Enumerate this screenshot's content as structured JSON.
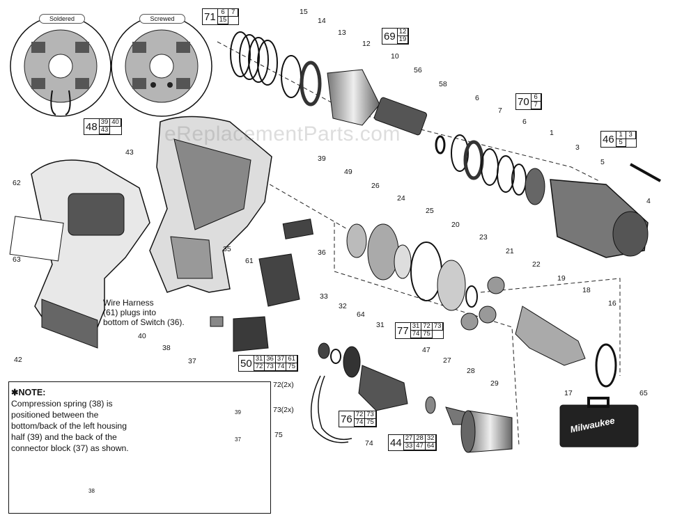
{
  "watermark": "eReplacementParts.com",
  "detail_labels": {
    "left": "Soldered",
    "right": "Screwed"
  },
  "note": {
    "title": "NOTE:",
    "body": "Compression spring (38) is positioned between the bottom/back of the left housing half (39) and the back of the connector block (37) as shown.",
    "markers": [
      "39",
      "37",
      "38"
    ]
  },
  "harness_note": [
    "Wire Harness",
    "(61) plugs into",
    "bottom of Switch (36)."
  ],
  "callouts": [
    {
      "id": "c15",
      "label": "15"
    },
    {
      "id": "c14",
      "label": "14"
    },
    {
      "id": "c13",
      "label": "13"
    },
    {
      "id": "c12",
      "label": "12"
    },
    {
      "id": "c10",
      "label": "10"
    },
    {
      "id": "c56",
      "label": "56"
    },
    {
      "id": "c58",
      "label": "58"
    },
    {
      "id": "c6a",
      "label": "6"
    },
    {
      "id": "c7",
      "label": "7"
    },
    {
      "id": "c6b",
      "label": "6"
    },
    {
      "id": "c1",
      "label": "1"
    },
    {
      "id": "c3",
      "label": "3"
    },
    {
      "id": "c5",
      "label": "5"
    },
    {
      "id": "c4",
      "label": "4"
    },
    {
      "id": "c39",
      "label": "39"
    },
    {
      "id": "c43",
      "label": "43"
    },
    {
      "id": "c62",
      "label": "62"
    },
    {
      "id": "c63",
      "label": "63"
    },
    {
      "id": "c40",
      "label": "40"
    },
    {
      "id": "c42",
      "label": "42"
    },
    {
      "id": "c35",
      "label": "35"
    },
    {
      "id": "c36",
      "label": "36"
    },
    {
      "id": "c61",
      "label": "61"
    },
    {
      "id": "c38",
      "label": "38"
    },
    {
      "id": "c37",
      "label": "37"
    },
    {
      "id": "c49",
      "label": "49"
    },
    {
      "id": "c26",
      "label": "26"
    },
    {
      "id": "c24",
      "label": "24"
    },
    {
      "id": "c25",
      "label": "25"
    },
    {
      "id": "c20",
      "label": "20"
    },
    {
      "id": "c23",
      "label": "23"
    },
    {
      "id": "c21",
      "label": "21"
    },
    {
      "id": "c22",
      "label": "22"
    },
    {
      "id": "c19",
      "label": "19"
    },
    {
      "id": "c18",
      "label": "18"
    },
    {
      "id": "c16",
      "label": "16"
    },
    {
      "id": "c33",
      "label": "33"
    },
    {
      "id": "c32",
      "label": "32"
    },
    {
      "id": "c64",
      "label": "64"
    },
    {
      "id": "c31",
      "label": "31"
    },
    {
      "id": "c47",
      "label": "47"
    },
    {
      "id": "c27",
      "label": "27"
    },
    {
      "id": "c28",
      "label": "28"
    },
    {
      "id": "c29",
      "label": "29"
    },
    {
      "id": "c17",
      "label": "17"
    },
    {
      "id": "c65",
      "label": "65"
    },
    {
      "id": "c72",
      "label": "72(2x)"
    },
    {
      "id": "c73",
      "label": "73(2x)"
    },
    {
      "id": "c75",
      "label": "75"
    },
    {
      "id": "c74",
      "label": "74"
    }
  ],
  "kits": [
    {
      "id": "k71",
      "number": "71",
      "parts": [
        "6",
        "7",
        "15"
      ],
      "cols": 2
    },
    {
      "id": "k69",
      "number": "69",
      "parts": [
        "12",
        "19"
      ],
      "cols": 1
    },
    {
      "id": "k70",
      "number": "70",
      "parts": [
        "6",
        "7"
      ],
      "cols": 1
    },
    {
      "id": "k46",
      "number": "46",
      "parts": [
        "1",
        "3",
        "5"
      ],
      "cols": 2
    },
    {
      "id": "k48",
      "number": "48",
      "parts": [
        "39",
        "40",
        "43"
      ],
      "cols": 2
    },
    {
      "id": "k77",
      "number": "77",
      "parts": [
        "31",
        "72",
        "73",
        "74",
        "75"
      ],
      "cols": 3
    },
    {
      "id": "k50",
      "number": "50",
      "parts": [
        "31",
        "36",
        "37",
        "61",
        "72",
        "73",
        "74",
        "75"
      ],
      "cols": 4
    },
    {
      "id": "k76",
      "number": "76",
      "parts": [
        "72",
        "73",
        "74",
        "75"
      ],
      "cols": 2
    },
    {
      "id": "k44",
      "number": "44",
      "parts": [
        "27",
        "28",
        "32",
        "33",
        "47",
        "64"
      ],
      "cols": 3
    }
  ],
  "brand": "Milwaukee"
}
